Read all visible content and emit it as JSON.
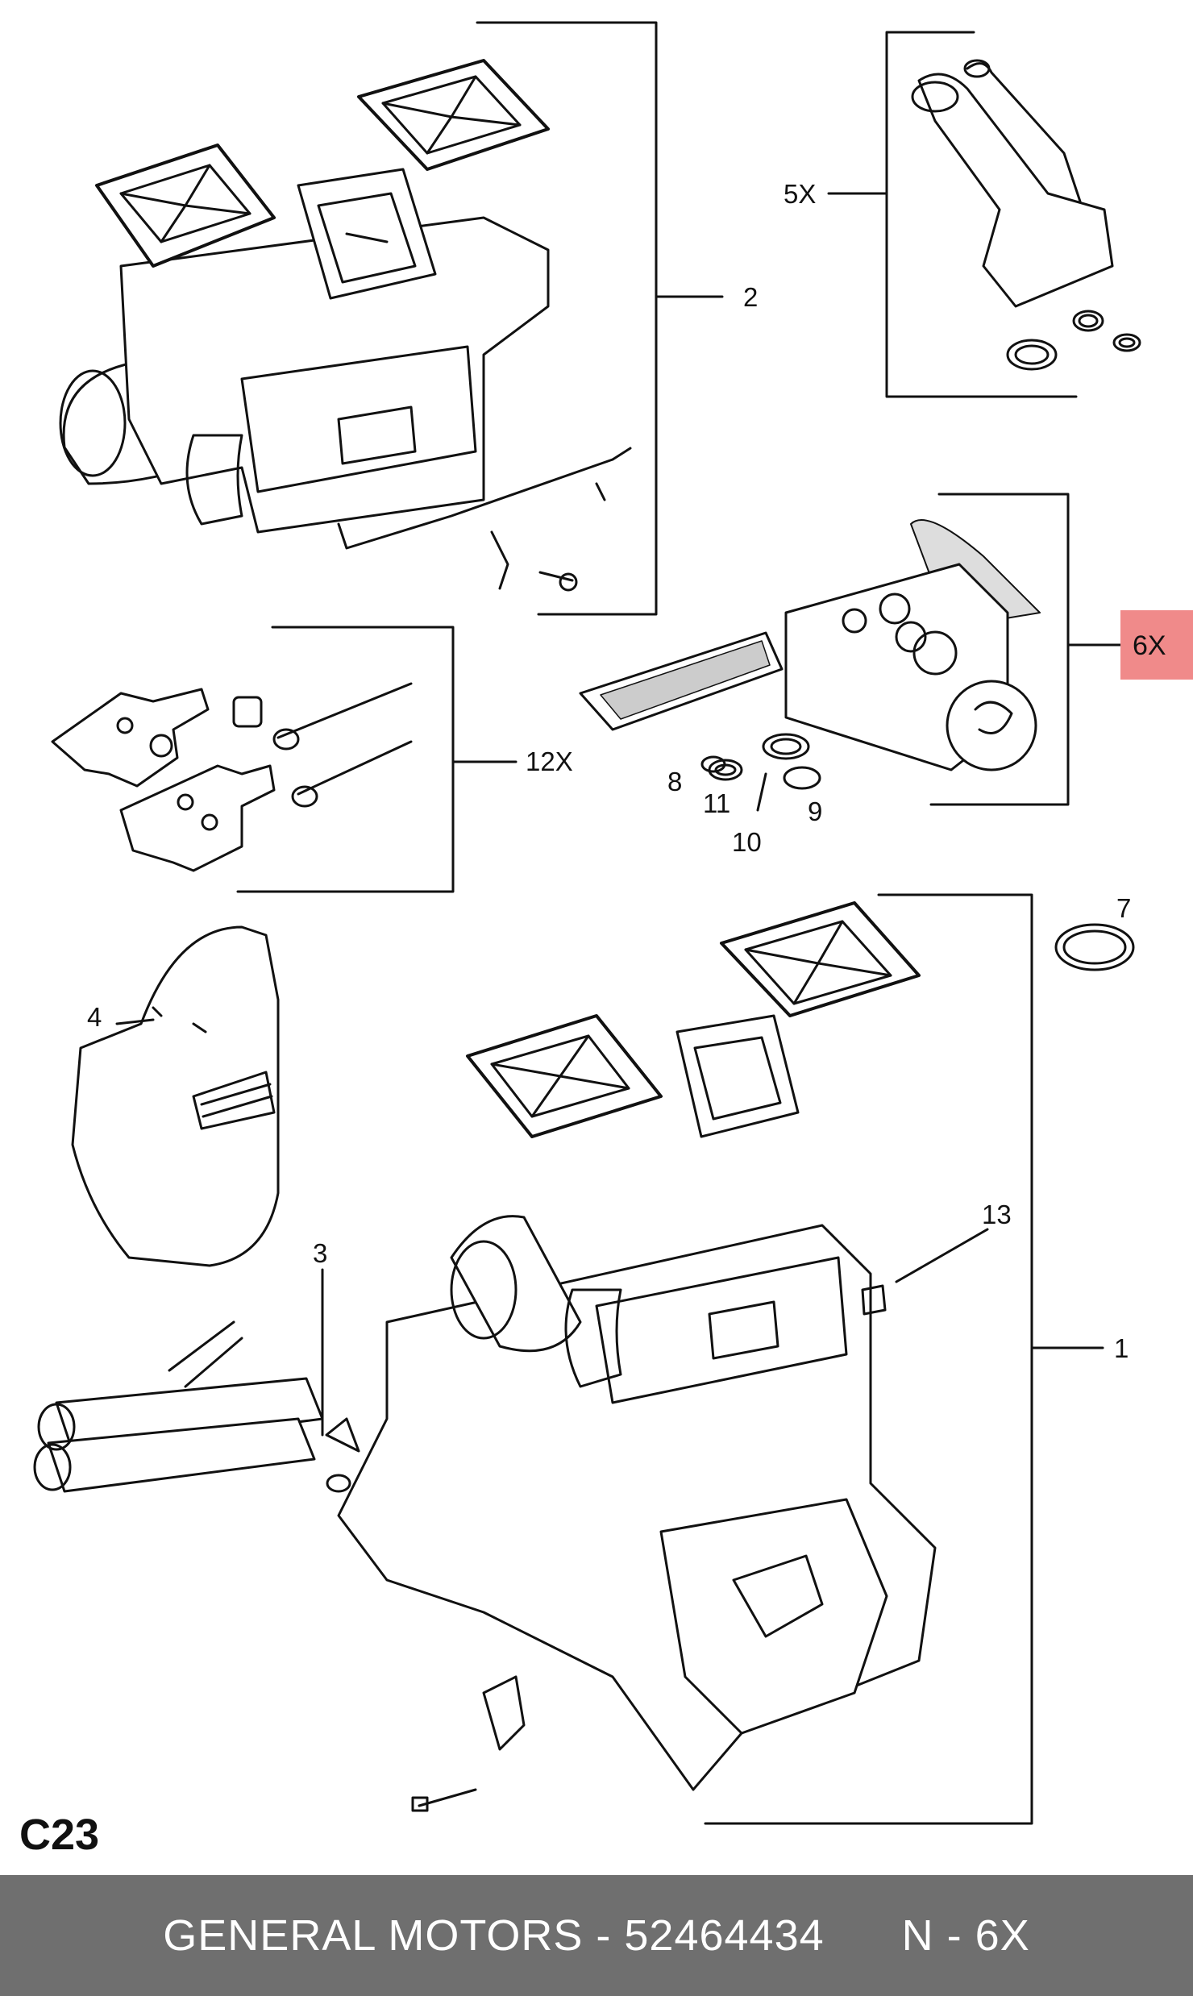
{
  "diagram": {
    "figure_id": "C23",
    "callouts": [
      "1",
      "2",
      "3",
      "4",
      "5X",
      "6X",
      "7",
      "8",
      "9",
      "10",
      "11",
      "12X",
      "13"
    ],
    "highlight": "6X",
    "highlight_color": "#f08a8a",
    "line_color": "#111111"
  },
  "footer": {
    "brand": "GENERAL MOTORS",
    "separator": " - ",
    "part_number": "52464434",
    "note": "N - 6X",
    "background": "#6f6f6f"
  }
}
